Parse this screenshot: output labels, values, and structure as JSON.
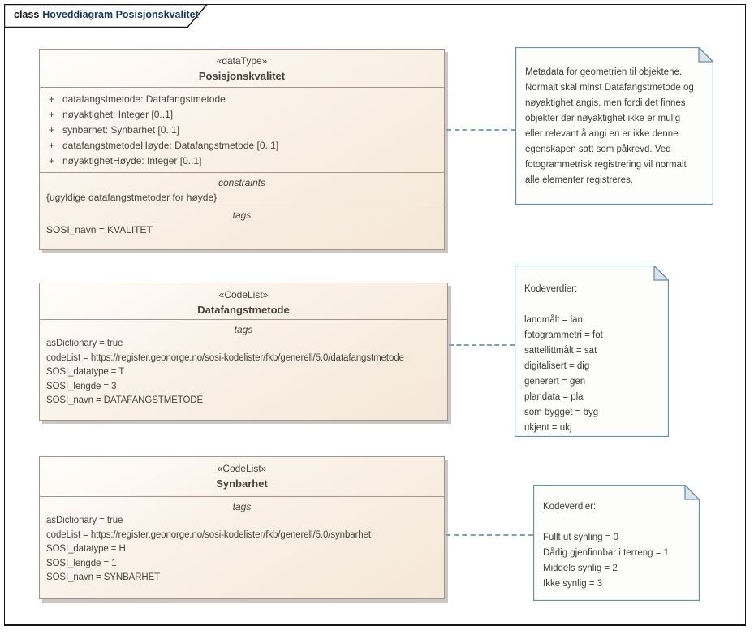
{
  "frame": {
    "keyword": "class",
    "title": "Hoveddiagram Posisjonskvalitet"
  },
  "colors": {
    "class_fill_top": "#fffefc",
    "class_fill_bottom": "#f5e7d9",
    "class_border": "#a5928a",
    "class_shadow": "#cbc7c4",
    "note_border": "#6b91aa",
    "note_fold": "#d9e3ea",
    "connector": "#7fa0ba",
    "frame_border": "#161616",
    "title_name_color": "#17365d"
  },
  "classes": [
    {
      "stereotype": "«dataType»",
      "name": "Posisjonskvalitet",
      "attributes": [
        {
          "vis": "+",
          "text": "datafangstmetode: Datafangstmetode"
        },
        {
          "vis": "+",
          "text": "nøyaktighet: Integer [0..1]"
        },
        {
          "vis": "+",
          "text": "synbarhet: Synbarhet [0..1]"
        },
        {
          "vis": "+",
          "text": "datafangstmetodeHøyde: Datafangstmetode [0..1]"
        },
        {
          "vis": "+",
          "text": "nøyaktighetHøyde: Integer [0..1]"
        }
      ],
      "constraints_label": "constraints",
      "constraints": [
        "{ugyldige datafangstmetoder for høyde}"
      ],
      "tags_label": "tags",
      "tags": [
        "SOSI_navn = KVALITET"
      ]
    },
    {
      "stereotype": "«CodeList»",
      "name": "Datafangstmetode",
      "tags_label": "tags",
      "tags": [
        "asDictionary = true",
        "codeList = https://register.geonorge.no/sosi-kodelister/fkb/generell/5.0/datafangstmetode",
        "SOSI_datatype = T",
        "SOSI_lengde = 3",
        "SOSI_navn = DATAFANGSTMETODE"
      ]
    },
    {
      "stereotype": "«CodeList»",
      "name": "Synbarhet",
      "tags_label": "tags",
      "tags": [
        "asDictionary = true",
        "codeList = https://register.geonorge.no/sosi-kodelister/fkb/generell/5.0/synbarhet",
        "SOSI_datatype = H",
        "SOSI_lengde = 1",
        "SOSI_navn = SYNBARHET"
      ]
    }
  ],
  "notes": [
    {
      "lines": [
        "Metadata for geometrien til objektene.",
        "Normalt skal minst Datafangstmetode og",
        "nøyaktighet angis, men fordi det finnes",
        "objekter der nøyaktighet ikke er mulig",
        "eller relevant å angi en er ikke denne",
        "egenskapen satt som påkrevd. Ved",
        "fotogrammetrisk registrering vil normalt",
        "alle elementer registreres."
      ]
    },
    {
      "lines": [
        "Kodeverdier:",
        "",
        "landmålt = lan",
        "fotogrammetri = fot",
        "sattellittmålt = sat",
        "digitalisert = dig",
        "generert = gen",
        "plandata = pla",
        "som bygget = byg",
        "ukjent = ukj"
      ]
    },
    {
      "lines": [
        "Kodeverdier:",
        "",
        "Fullt ut synling = 0",
        "Dårlig gjenfinnbar i terreng = 1",
        "Middels synlig = 2",
        "Ikke synlig = 3"
      ]
    }
  ]
}
